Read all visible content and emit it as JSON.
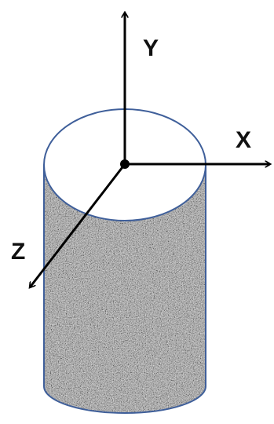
{
  "diagram": {
    "axes": [
      {
        "id": "y",
        "label": "Y"
      },
      {
        "id": "x",
        "label": "X"
      },
      {
        "id": "z",
        "label": "Z"
      }
    ],
    "object": "cylinder",
    "texture": "speckled-granite",
    "colors": {
      "outline": "#3f5f9a",
      "axis": "#000000",
      "top_face": "#ffffff",
      "body_base": "#9b9b9b"
    }
  }
}
